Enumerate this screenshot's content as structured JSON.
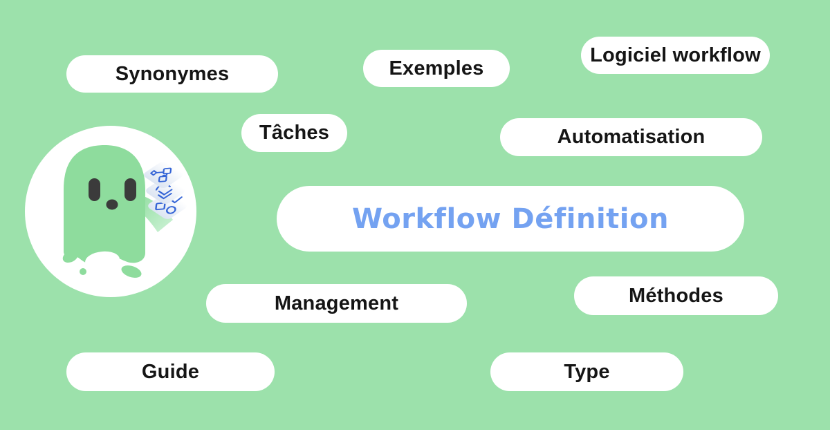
{
  "banner": {
    "title_pill": {
      "label": "Workflow Définition"
    },
    "pills": [
      {
        "id": "synonymes",
        "label": "Synonymes"
      },
      {
        "id": "exemples",
        "label": "Exemples"
      },
      {
        "id": "logiciel-workflow",
        "label": "Logiciel workflow"
      },
      {
        "id": "taches",
        "label": "Tâches"
      },
      {
        "id": "automatisation",
        "label": "Automatisation"
      },
      {
        "id": "management",
        "label": "Management"
      },
      {
        "id": "methodes",
        "label": "Méthodes"
      },
      {
        "id": "guide",
        "label": "Guide"
      },
      {
        "id": "type",
        "label": "Type"
      }
    ],
    "mascot": {
      "description": "green ghost mascot in white circle with stacked workflow layer icons"
    },
    "colors": {
      "background": "#9CE1AB",
      "pill_background": "#FFFFFF",
      "pill_text": "#151515",
      "title_text": "#74A2F1",
      "mascot_body": "#8EDC9D",
      "mascot_features": "#3B3B3B",
      "icon_blue": "#3565D6",
      "tile_fill_light": "#FFFFFF",
      "tile_fill_shade": "#DCE5F2"
    }
  }
}
